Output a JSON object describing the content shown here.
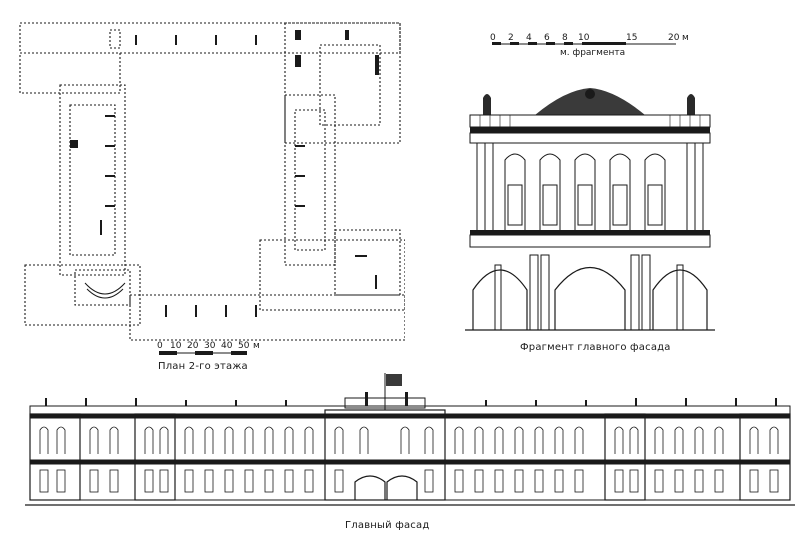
{
  "plan": {
    "caption": "План 2-го этажа",
    "scale": {
      "ticks": [
        "0",
        "10",
        "20",
        "30",
        "40",
        "50"
      ],
      "unit": "м"
    }
  },
  "fragment": {
    "caption": "Фрагмент главного фасада",
    "scale": {
      "ticks": [
        "0",
        "2",
        "4",
        "6",
        "8",
        "10",
        "15",
        "20"
      ],
      "unit": "м",
      "label": "м. фрагмента"
    }
  },
  "facade": {
    "caption": "Главный фасад"
  }
}
